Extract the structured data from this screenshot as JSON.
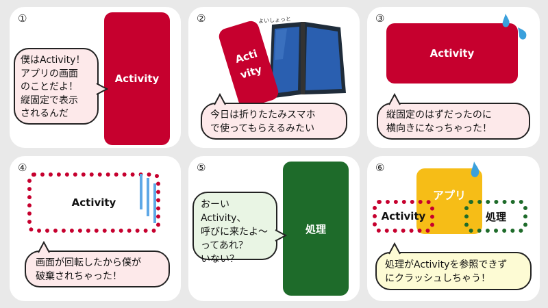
{
  "panels": [
    {
      "num": "①",
      "activity_label": "Activity",
      "bubble": "僕はActivity！\nアプリの画面\nのことだよ！\n縦固定で表示\nされるんだ"
    },
    {
      "num": "②",
      "activity_label": "Acti\nvity",
      "sfx": "よいしょっと",
      "bubble": "今日は折りたたみスマホ\nで使ってもらえるみたい"
    },
    {
      "num": "③",
      "activity_label": "Activity",
      "bubble": "縦固定のはずだったのに\n横向きになっちゃった！"
    },
    {
      "num": "④",
      "activity_label": "Activity",
      "bubble": "画面が回転したから僕が\n破棄されちゃった！"
    },
    {
      "num": "⑤",
      "process_label": "処理",
      "bubble": "おーいActivity、\n呼びに来たよ～\nってあれ？\nいない？"
    },
    {
      "num": "⑥",
      "app_label": "アプリ",
      "activity_label": "Activity",
      "process_label": "処理",
      "bubble": "処理がActivityを参照できず\nにクラッシュしちゃう！"
    }
  ],
  "colors": {
    "activity_red": "#c6002e",
    "process_green": "#1e6b2a",
    "app_yellow": "#f6bd17",
    "sweat_blue": "#3aa0dc"
  }
}
